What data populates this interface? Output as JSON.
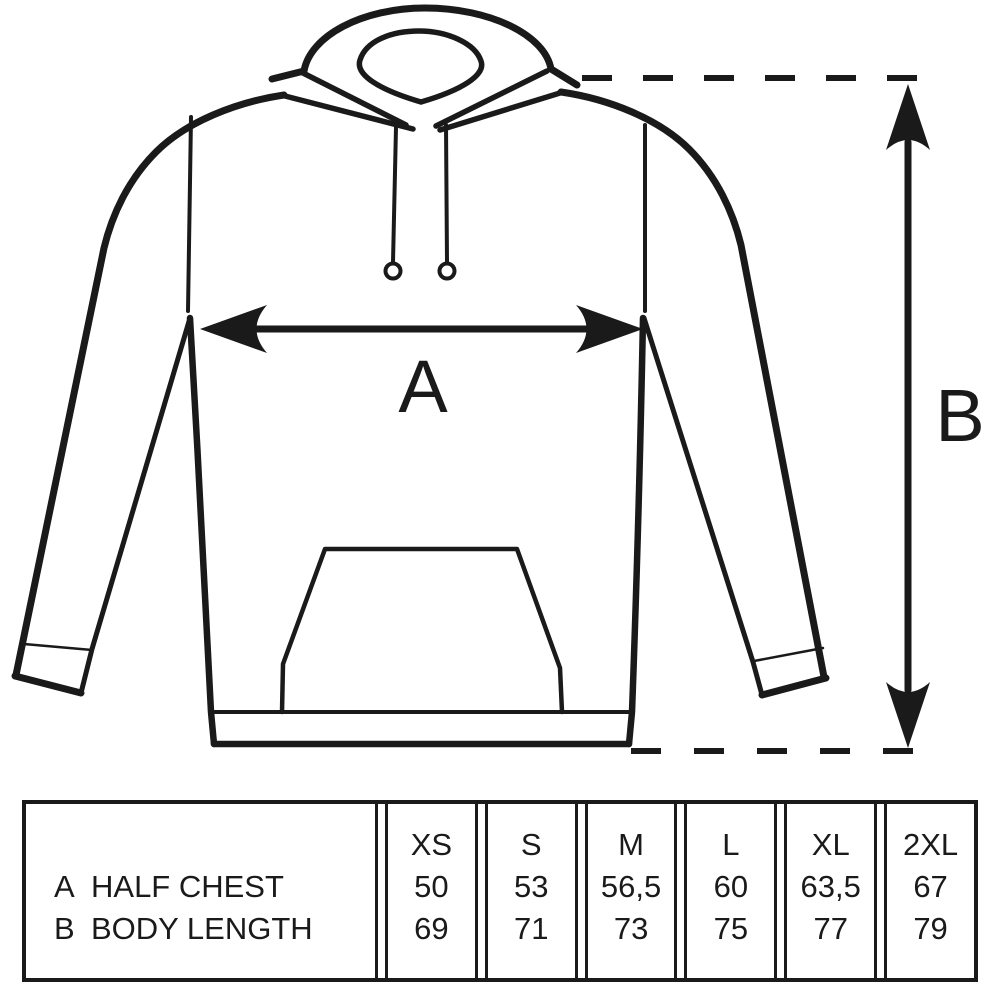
{
  "diagram": {
    "chest_arrow_label": "A",
    "length_arrow_label": "B"
  },
  "size_table": {
    "columns": [
      "XS",
      "S",
      "M",
      "L",
      "XL",
      "2XL"
    ],
    "rows": [
      {
        "key": "A",
        "label": "HALF CHEST",
        "values": [
          "50",
          "53",
          "56,5",
          "60",
          "63,5",
          "67"
        ]
      },
      {
        "key": "B",
        "label": "BODY LENGTH",
        "values": [
          "69",
          "71",
          "73",
          "75",
          "77",
          "79"
        ]
      }
    ]
  },
  "colors": {
    "ink": "#1a1a1a",
    "background": "#ffffff"
  },
  "chart_data": {
    "type": "table",
    "columns": [
      "XS",
      "S",
      "M",
      "L",
      "XL",
      "2XL"
    ],
    "rows": [
      {
        "measure": "A HALF CHEST",
        "values_cm": [
          50,
          53,
          56.5,
          60,
          63.5,
          67
        ]
      },
      {
        "measure": "B BODY LENGTH",
        "values_cm": [
          69,
          71,
          73,
          75,
          77,
          79
        ]
      }
    ]
  }
}
